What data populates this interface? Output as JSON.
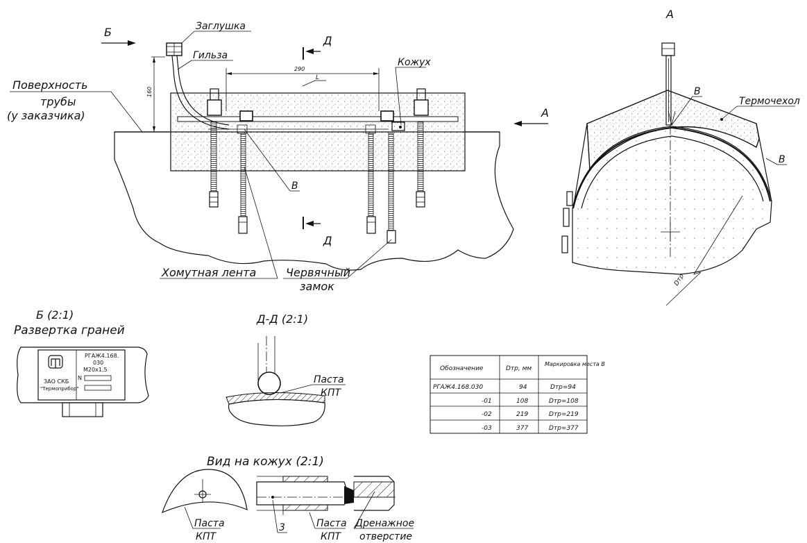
{
  "main_view": {
    "labels": {
      "zaglushka": "Заглушка",
      "gilza": "Гильза",
      "kozhukh": "Кожух",
      "surface_line1": "Поверхность",
      "surface_line2": "трубы",
      "surface_line3": "(у заказчика)",
      "khomut": "Хомутная лента",
      "worm_line1": "Червячный",
      "worm_line2": "замок",
      "v": "В"
    },
    "view_markers": {
      "b": "Б",
      "a": "А",
      "d": "Д"
    },
    "dimensions": {
      "height": "160",
      "width": "290",
      "l": "L"
    }
  },
  "view_a": {
    "title": "А",
    "labels": {
      "termochekhol": "Термочехол",
      "v1": "В",
      "v2": "В",
      "dtr": "Dтр"
    }
  },
  "view_b": {
    "title": "Б (2:1)",
    "subtitle": "Развертка граней",
    "plate": {
      "company_line1": "ЗАО СКБ",
      "company_line2": "\"Термоприбор\"",
      "code_line1": "РГАЖ4.168.",
      "code_line2": "030",
      "thread": "М20х1,5",
      "n_label": "N"
    }
  },
  "section_d": {
    "title": "Д-Д (2:1)",
    "paste_line1": "Паста",
    "paste_line2": "КПТ"
  },
  "table": {
    "headers": [
      "Обозначение",
      "Dтр, мм",
      "Маркировка места В"
    ],
    "rows": [
      [
        "РГАЖ4.168.030",
        "94",
        "Dтр=94"
      ],
      [
        "-01",
        "108",
        "Dтр=108"
      ],
      [
        "-02",
        "219",
        "Dтр=219"
      ],
      [
        "-03",
        "377",
        "Dтр=377"
      ]
    ]
  },
  "view_kozhukh": {
    "title": "Вид на кожух (2:1)",
    "paste_left_line1": "Паста",
    "paste_left_line2": "КПТ",
    "paste_right_line1": "Паста",
    "paste_right_line2": "КПТ",
    "item_number": "3",
    "drain_line1": "Дренажное",
    "drain_line2": "отверстие"
  }
}
